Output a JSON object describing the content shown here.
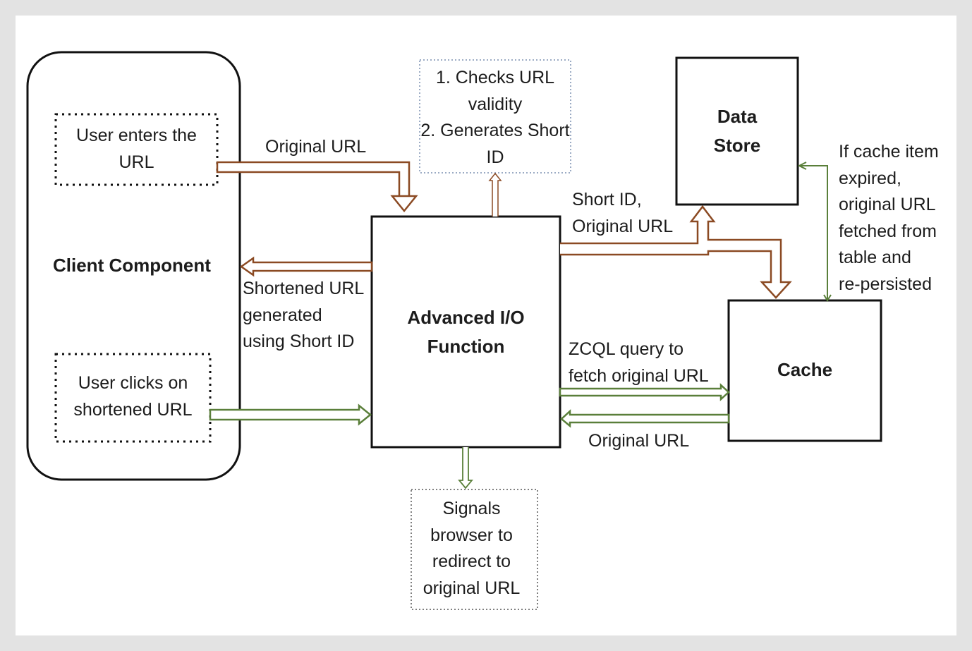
{
  "client_component": {
    "title": "Client Component",
    "enter_url_box": "User enters the URL",
    "click_url_box": "User clicks on shortened URL"
  },
  "function_box": {
    "title": "Advanced I/O Function"
  },
  "checks_note": "1. Checks URL validity\n2. Generates Short ID",
  "redirect_note": "Signals browser to redirect to original URL",
  "data_store": {
    "title": "Data Store"
  },
  "cache": {
    "title": "Cache"
  },
  "flow_labels": {
    "original_url_in": "Original URL",
    "shortened_url_out": "Shortened URL\ngenerated\nusing Short ID",
    "short_id_original_url": "Short ID,\nOriginal URL",
    "zcql_query": "ZCQL query to\nfetch original URL",
    "original_url_back": "Original URL",
    "cache_expired": "If cache item\nexpired,\noriginal URL\nfetched from\ntable and\nre-persisted"
  },
  "colors": {
    "write_path": "#8b4a23",
    "read_path": "#5a7f3a",
    "note_border": "#7a8fb0"
  }
}
